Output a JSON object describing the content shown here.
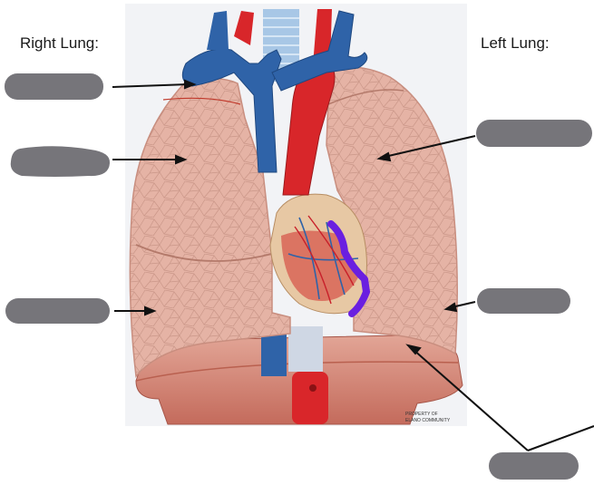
{
  "labels": {
    "right_lung": "Right Lung:",
    "left_lung": "Left Lung:"
  },
  "watermark": {
    "line1": "PROPERTY OF",
    "line2": "ELANO COMMUNITY"
  },
  "colors": {
    "lung_tissue": "#e5b3a5",
    "lung_edge": "#c98e7f",
    "vein_blue": "#2f63a8",
    "artery_red": "#d8262a",
    "heart_tan": "#e7c8a4",
    "diaphragm": "#c96d5f",
    "label_box": "#76757a",
    "highlight_stroke": "#6a1fe0",
    "arrow": "#111111"
  },
  "blank_label_boxes": 6
}
